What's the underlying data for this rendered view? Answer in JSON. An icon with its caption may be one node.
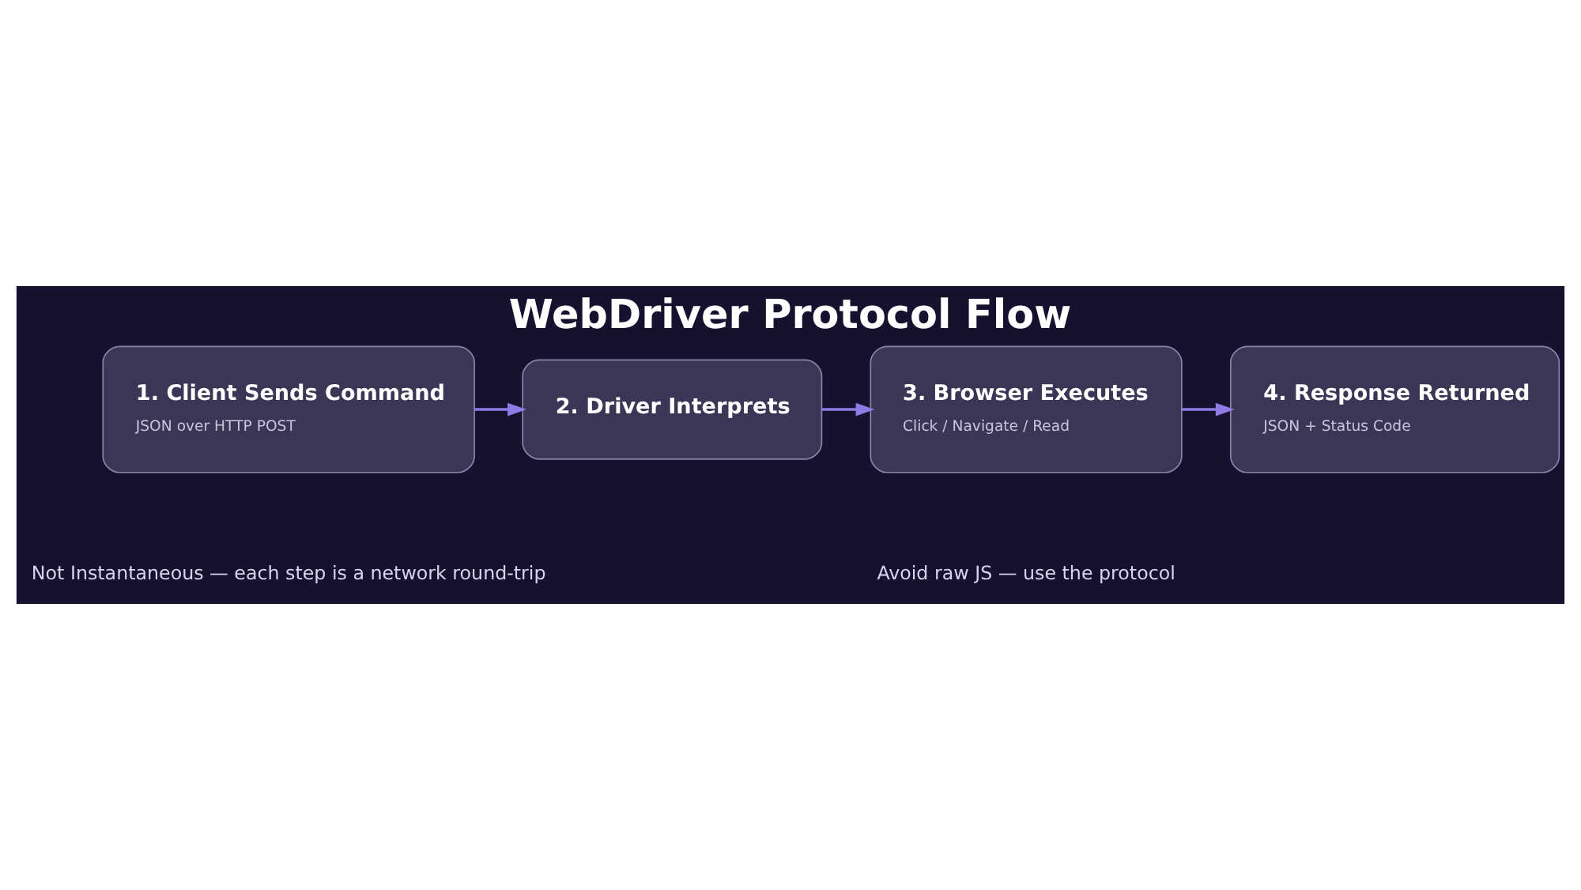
{
  "diagram": {
    "title": "WebDriver Protocol Flow",
    "nodes": [
      {
        "text": [
          "1. Client Sends Command",
          "JSON over HTTP POST"
        ]
      },
      {
        "text": [
          "2. Driver Interprets"
        ]
      },
      {
        "text": [
          "3. Browser Executes",
          "Click / Navigate / Read"
        ]
      },
      {
        "text": [
          "4. Response Returned",
          "JSON + Status Code"
        ]
      }
    ],
    "edges": [
      {
        "from": 0,
        "to": 1,
        "arrow": "to"
      },
      {
        "from": 1,
        "to": 2,
        "arrow": "to"
      },
      {
        "from": 2,
        "to": 3,
        "arrow": "to"
      }
    ],
    "labels": [
      "Not Instantaneous — each step is a network round-trip",
      "Avoid raw JS — use the protocol"
    ]
  }
}
